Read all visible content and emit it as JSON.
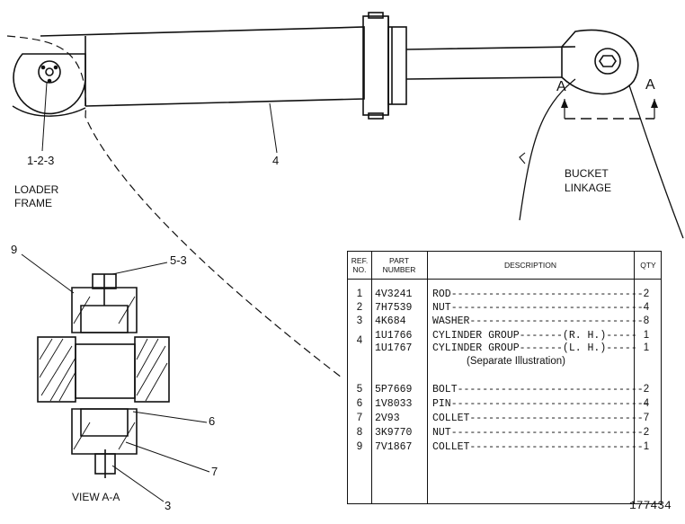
{
  "labels": {
    "callout_1_2_3": "1-2-3",
    "callout_4": "4",
    "loader_frame_1": "LOADER",
    "loader_frame_2": "FRAME",
    "bucket_linkage_1": "BUCKET",
    "bucket_linkage_2": "LINKAGE",
    "section_a_left": "A",
    "section_a_right": "A",
    "callout_9": "9",
    "callout_5_3": "5-3",
    "callout_6": "6",
    "callout_7": "7",
    "callout_3": "3",
    "view_label": "VIEW A-A",
    "drawing_number": "177434"
  },
  "table": {
    "headers": {
      "ref_1": "REF.",
      "ref_2": "NO.",
      "part_1": "PART",
      "part_2": "NUMBER",
      "description": "DESCRIPTION",
      "qty": "QTY"
    },
    "rows": [
      {
        "ref": "1",
        "part": "4V3241",
        "desc": "ROD-------------------------------",
        "qty": "2"
      },
      {
        "ref": "2",
        "part": "7H7539",
        "desc": "NUT-------------------------------",
        "qty": "4"
      },
      {
        "ref": "3",
        "part": "4K684",
        "desc": "WASHER----------------------------",
        "qty": "8"
      },
      {
        "ref": "",
        "part": "1U1766",
        "desc": "CYLINDER GROUP-------(R. H.)-----",
        "qty": "1"
      },
      {
        "ref": "4",
        "part": "1U1767",
        "desc": "CYLINDER GROUP-------(L. H.)-----",
        "qty": "1"
      },
      {
        "ref": "5",
        "part": "5P7669",
        "desc": "BOLT------------------------------",
        "qty": "2"
      },
      {
        "ref": "6",
        "part": "1V8033",
        "desc": "PIN--------------------------------",
        "qty": "4"
      },
      {
        "ref": "7",
        "part": "2V93",
        "desc": "COLLET----------------------------",
        "qty": "7"
      },
      {
        "ref": "8",
        "part": "3K9770",
        "desc": "NUT-------------------------------",
        "qty": "2"
      },
      {
        "ref": "9",
        "part": "7V1867",
        "desc": "COLLET----------------------------",
        "qty": "1"
      }
    ],
    "note": "(Separate Illustration)"
  }
}
